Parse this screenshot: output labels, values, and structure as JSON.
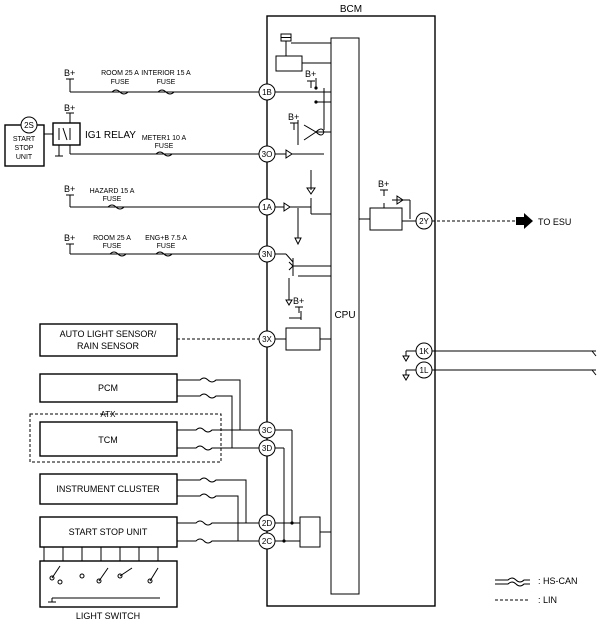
{
  "module_title": "BCM",
  "cpu_label": "CPU",
  "ig1_relay": "IG1 RELAY",
  "to_esu": "TO ESU",
  "supply_label": "B+",
  "pins": {
    "p2S": "2S",
    "p1B": "1B",
    "p3O": "3O",
    "p1A": "1A",
    "p3N": "3N",
    "p3X": "3X",
    "p3C": "3C",
    "p3D": "3D",
    "p2D": "2D",
    "p2C": "2C",
    "p2Y": "2Y",
    "p1K": "1K",
    "p1L": "1L"
  },
  "fuses": {
    "room1_a": "ROOM 25 A",
    "room1_b": "FUSE",
    "interior_a": "INTERIOR 15 A",
    "interior_b": "FUSE",
    "meter_a": "METER1 10 A",
    "meter_b": "FUSE",
    "hazard_a": "HAZARD 15 A",
    "hazard_b": "FUSE",
    "room2_a": "ROOM 25 A",
    "room2_b": "FUSE",
    "engb_a": "ENG+B 7.5 A",
    "engb_b": "FUSE"
  },
  "start_stop_unit_small": [
    "START",
    "STOP",
    "UNIT"
  ],
  "components": {
    "auto_light_1": "AUTO LIGHT SENSOR/",
    "auto_light_2": "RAIN SENSOR",
    "pcm": "PCM",
    "atx": "ATX",
    "tcm": "TCM",
    "instrument_cluster": "INSTRUMENT CLUSTER",
    "start_stop_unit": "START STOP UNIT",
    "light_switch": "LIGHT SWITCH"
  },
  "legend": {
    "hs_can": ": HS-CAN",
    "lin": ": LIN"
  }
}
